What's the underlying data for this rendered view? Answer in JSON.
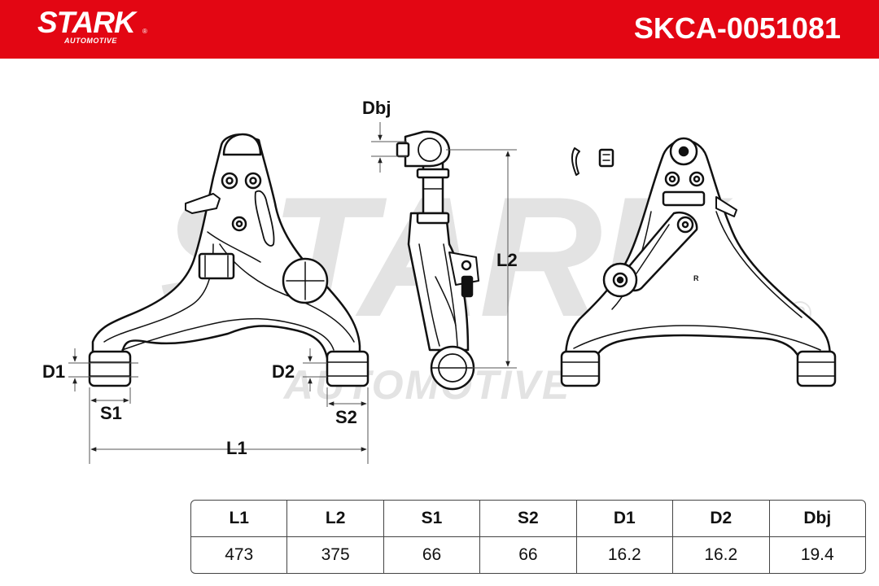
{
  "header": {
    "brand": "STARK",
    "brand_sub": "AUTOMOTIVE",
    "brand_reg": "®",
    "part_number": "SKCA-0051081",
    "color": "#e30613"
  },
  "watermark": {
    "main": "STARK",
    "sub": "AUTOMOTIVE",
    "reg": "®"
  },
  "dimension_labels": {
    "dbj": "Dbj",
    "l2": "L2",
    "d1": "D1",
    "d2": "D2",
    "s1": "S1",
    "s2": "S2",
    "l1": "L1"
  },
  "spec_table": {
    "headers": [
      "L1",
      "L2",
      "S1",
      "S2",
      "D1",
      "D2",
      "Dbj"
    ],
    "values": [
      "473",
      "375",
      "66",
      "66",
      "16.2",
      "16.2",
      "19.4"
    ]
  }
}
